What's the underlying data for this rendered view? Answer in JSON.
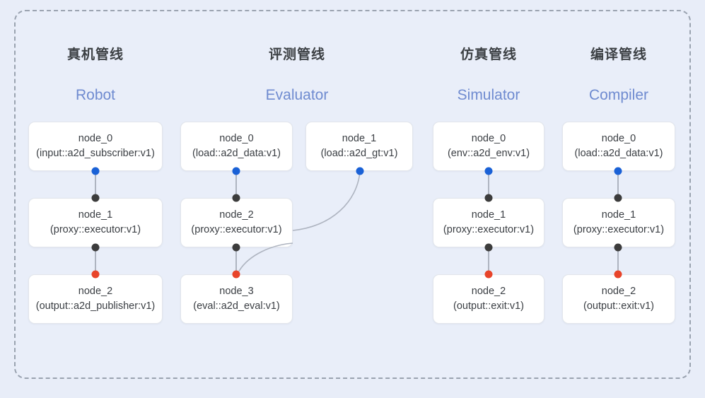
{
  "frame": {
    "border_style": "dashed",
    "border_color": "#9aa3b0",
    "background": "#e9eef9"
  },
  "palette": {
    "page_background": "#e8edf8",
    "node_background": "#ffffff",
    "node_border": "#e2e5eb",
    "title_color": "#3c4044",
    "subtitle_color": "#6f8bd0",
    "node_text_color": "#3a3e43",
    "link_color": "#aeb4c0",
    "dot_blue": "#1a61d6",
    "dot_black": "#3c3c3c",
    "dot_red": "#e8442a"
  },
  "columns": [
    {
      "title": "真机管线",
      "subtitle": "Robot",
      "nodes": [
        {
          "id": "node_0",
          "type": "(input::a2d_subscriber:v1)"
        },
        {
          "id": "node_1",
          "type": "(proxy::executor:v1)"
        },
        {
          "id": "node_2",
          "type": "(output::a2d_publisher:v1)"
        }
      ]
    },
    {
      "title": "评测管线",
      "subtitle": "Evaluator",
      "nodes": [
        {
          "id": "node_0",
          "type": "(load::a2d_data:v1)"
        },
        {
          "id": "node_1",
          "type": "(load::a2d_gt:v1)"
        },
        {
          "id": "node_2",
          "type": "(proxy::executor:v1)"
        },
        {
          "id": "node_3",
          "type": "(eval::a2d_eval:v1)"
        }
      ]
    },
    {
      "title": "仿真管线",
      "subtitle": "Simulator",
      "nodes": [
        {
          "id": "node_0",
          "type": "(env::a2d_env:v1)"
        },
        {
          "id": "node_1",
          "type": "(proxy::executor:v1)"
        },
        {
          "id": "node_2",
          "type": "(output::exit:v1)"
        }
      ]
    },
    {
      "title": "编译管线",
      "subtitle": "Compiler",
      "nodes": [
        {
          "id": "node_0",
          "type": "(load::a2d_data:v1)"
        },
        {
          "id": "node_1",
          "type": "(proxy::executor:v1)"
        },
        {
          "id": "node_2",
          "type": "(output::exit:v1)"
        }
      ]
    }
  ]
}
